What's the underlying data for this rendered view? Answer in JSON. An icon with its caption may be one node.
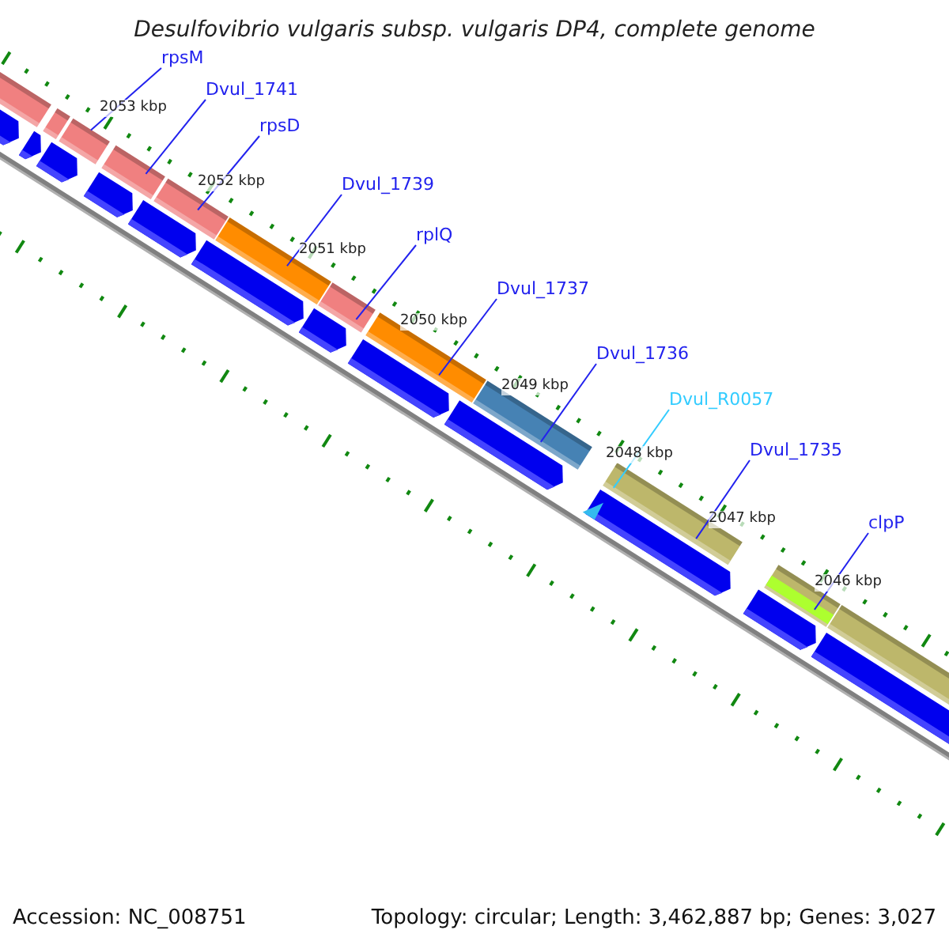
{
  "diagram": {
    "title": "Desulfovibrio vulgaris subsp. vulgaris DP4, complete genome",
    "nodes": [
      {
        "text": [
          "rpsM"
        ]
      },
      {
        "text": [
          "Dvul_1741"
        ]
      },
      {
        "text": [
          "rpsD"
        ]
      },
      {
        "text": [
          "Dvul_1739"
        ]
      },
      {
        "text": [
          "rplQ"
        ]
      },
      {
        "text": [
          "Dvul_1737"
        ]
      },
      {
        "text": [
          "Dvul_1736"
        ]
      },
      {
        "text": [
          "Dvul_R0057"
        ]
      },
      {
        "text": [
          "Dvul_1735"
        ]
      },
      {
        "text": [
          "clpP"
        ]
      }
    ],
    "edges": [
      {
        "from": 0,
        "to": null,
        "arrow": "none"
      },
      {
        "from": 1,
        "to": null,
        "arrow": "none"
      },
      {
        "from": 2,
        "to": null,
        "arrow": "none"
      },
      {
        "from": 3,
        "to": null,
        "arrow": "none"
      },
      {
        "from": 4,
        "to": null,
        "arrow": "none"
      },
      {
        "from": 5,
        "to": null,
        "arrow": "none"
      },
      {
        "from": 6,
        "to": null,
        "arrow": "none"
      },
      {
        "from": 7,
        "to": null,
        "arrow": "none",
        "color": "#33ccff"
      },
      {
        "from": 8,
        "to": null,
        "arrow": "none"
      },
      {
        "from": 9,
        "to": null,
        "arrow": "none"
      }
    ],
    "labels": [
      "2053 kbp",
      "2052 kbp",
      "2051 kbp",
      "2050 kbp",
      "2049 kbp",
      "2048 kbp",
      "2047 kbp",
      "2046 kbp",
      "Accession: NC_008751",
      "Topology: circular; Length: 3,462,887 bp; Genes: 3,027"
    ]
  }
}
